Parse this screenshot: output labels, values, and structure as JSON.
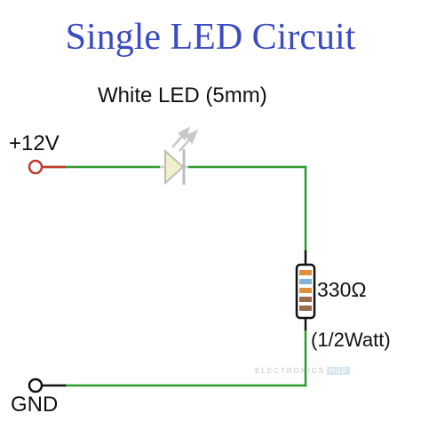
{
  "title": "Single LED Circuit",
  "led_label": "White LED (5mm)",
  "supply_label": "+12V",
  "ground_label": "GND",
  "resistance_label": "330Ω",
  "power_label": "(1/2Watt)",
  "watermark": {
    "brand": "ELECTRONICS",
    "badge": "HUB"
  },
  "colors": {
    "title": "#3b4cc0",
    "wire": "#2e9a2e",
    "positive_terminal": "#c0392b",
    "ground_terminal": "#111111",
    "led_body": "#f2f0c8",
    "resistor_bands": [
      "#e0903a",
      "#7fb3d8",
      "#e0903a",
      "#9a6d4a",
      "#9a6d4a"
    ]
  }
}
